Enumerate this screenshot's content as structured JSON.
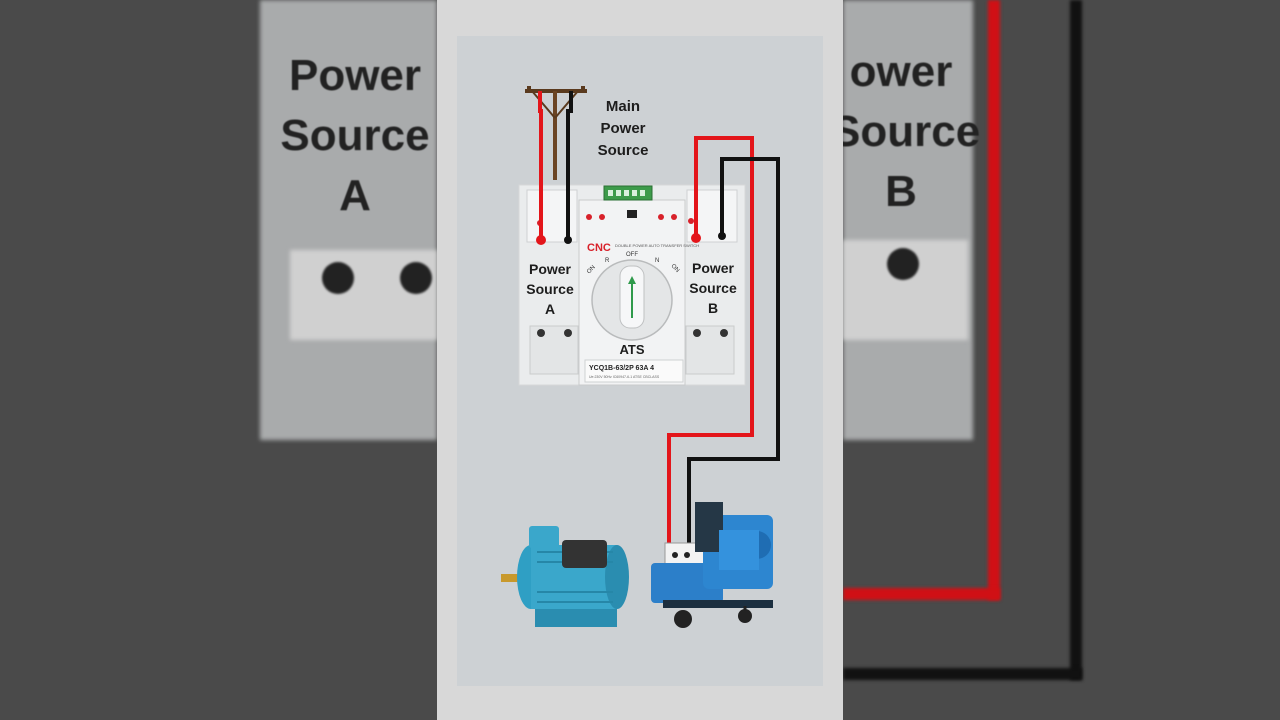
{
  "diagram": {
    "main_source_label": [
      "Main",
      "Power",
      "Source"
    ],
    "source_a_label": [
      "Power",
      "Source",
      "A"
    ],
    "source_b_label": [
      "Power",
      "Source",
      "B"
    ],
    "device_label": "ATS",
    "brand": "CNC",
    "switch_positions": {
      "on_left": "ON",
      "off": "OFF",
      "on_right": "ON",
      "left": "R",
      "right": "N"
    },
    "model_text": "YCQ1B-63/2P 63A 4",
    "wire_colors": {
      "live": "#e3151a",
      "neutral": "#111111"
    }
  },
  "background": {
    "left_text": [
      "Power",
      "Source",
      "A"
    ],
    "right_text": [
      "ower",
      "Source",
      "B"
    ]
  }
}
